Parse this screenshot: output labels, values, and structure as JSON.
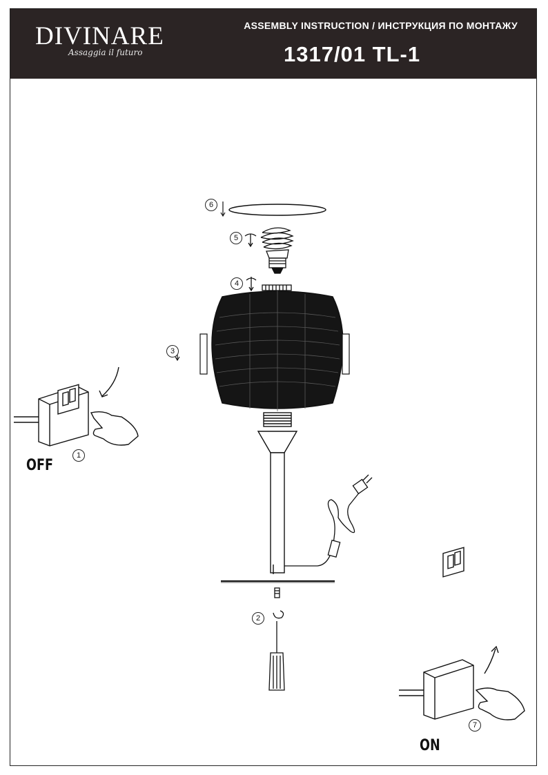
{
  "header": {
    "brand": "DIVINARE",
    "tagline": "Assaggia il futuro",
    "title": "ASSEMBLY INSTRUCTION / ИНСТРУКЦИЯ ПО МОНТАЖУ",
    "model": "1317/01 TL-1"
  },
  "steps": {
    "s1": "1",
    "s2": "2",
    "s3": "3",
    "s4": "4",
    "s5": "5",
    "s6": "6",
    "s7": "7"
  },
  "switches": {
    "off_label": "OFF",
    "on_label": "ON"
  },
  "colors": {
    "header_bg": "#2b2424",
    "ink": "#111111"
  }
}
